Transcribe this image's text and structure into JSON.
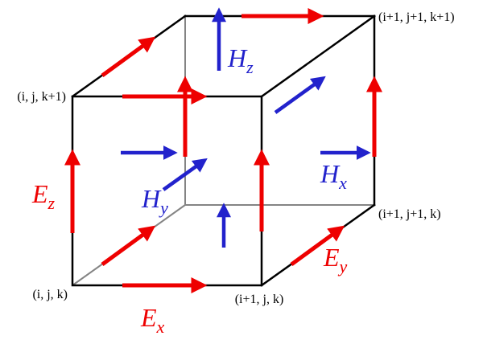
{
  "colors": {
    "e_field": "#ee0000",
    "h_field": "#2222cc",
    "edge_visible": "#000000",
    "edge_hidden": "#848484",
    "text": "#000000",
    "background": "#ffffff"
  },
  "corner_labels": {
    "ijk": "(i, j, k)",
    "i1jk": "(i+1, j, k)",
    "i1j1k": "(i+1, j+1, k)",
    "ijk1": "(i, j, k+1)",
    "i1j1k1": "(i+1, j+1, k+1)"
  },
  "field_labels": {
    "ex": {
      "base": "E",
      "sub": "x"
    },
    "ey": {
      "base": "E",
      "sub": "y"
    },
    "ez": {
      "base": "E",
      "sub": "z"
    },
    "hx": {
      "base": "H",
      "sub": "x"
    },
    "hy": {
      "base": "H",
      "sub": "y"
    },
    "hz": {
      "base": "H",
      "sub": "z"
    }
  }
}
